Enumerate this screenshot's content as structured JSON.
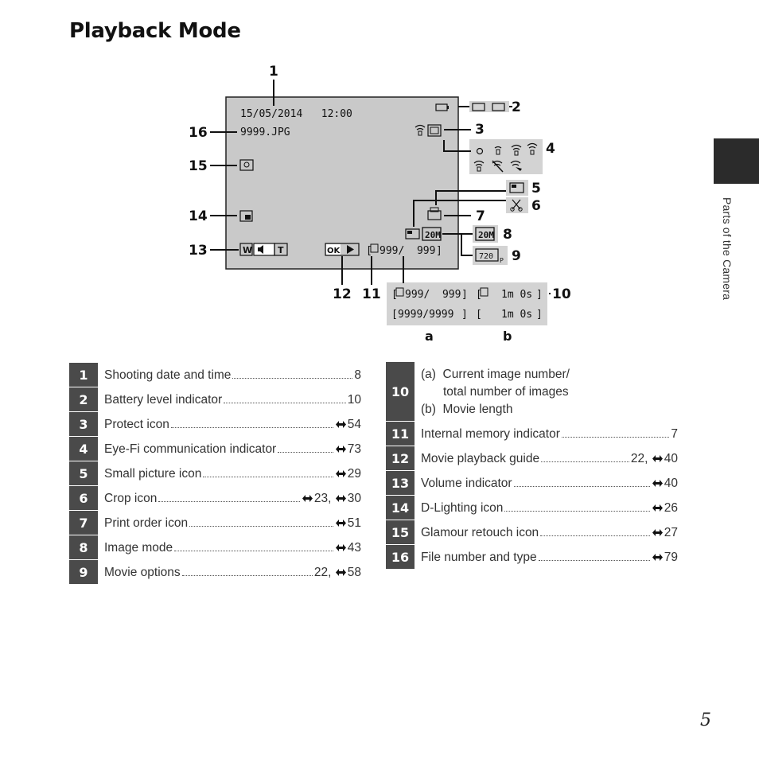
{
  "page": {
    "title": "Playback Mode",
    "side_label": "Parts of the Camera",
    "page_number": "5"
  },
  "screen": {
    "date_time": "15/05/2014   12:00",
    "file_name": "9999.JPG",
    "image_count": "999/  999",
    "movie_count_a1": "999/  999",
    "movie_count_a2": "9999/9999",
    "movie_len_1": "1m 0s",
    "movie_len_2": "1m 0s",
    "image_mode_label": "20M",
    "movie_option_label": "720",
    "ok_label": "OK"
  },
  "callouts": [
    "1",
    "2",
    "3",
    "4",
    "5",
    "6",
    "7",
    "8",
    "9",
    "10",
    "11",
    "12",
    "13",
    "14",
    "15",
    "16"
  ],
  "sublabels": {
    "a": "a",
    "b": "b"
  },
  "legend_left": [
    {
      "num": "1",
      "label": "Shooting date and time",
      "page": "8",
      "ref": false
    },
    {
      "num": "2",
      "label": "Battery level indicator",
      "page": "10",
      "ref": false
    },
    {
      "num": "3",
      "label": "Protect icon",
      "page": "54",
      "ref": true
    },
    {
      "num": "4",
      "label": "Eye-Fi communication indicator",
      "page": "73",
      "ref": true
    },
    {
      "num": "5",
      "label": "Small picture icon",
      "page": "29",
      "ref": true
    },
    {
      "num": "6",
      "label": "Crop icon",
      "page_pre": "23, ",
      "page": "30",
      "ref": true,
      "ref2": true
    },
    {
      "num": "7",
      "label": "Print order icon",
      "page": "51",
      "ref": true
    },
    {
      "num": "8",
      "label": "Image mode",
      "page": "43",
      "ref": true
    },
    {
      "num": "9",
      "label": "Movie options",
      "page_pre": "22, ",
      "page": "58",
      "ref": true
    }
  ],
  "legend_right_first": {
    "num": "10",
    "line1": "(a)  Current image number/",
    "line2": "total number of images",
    "line3": "(b)  Movie length"
  },
  "legend_right": [
    {
      "num": "11",
      "label": "Internal memory indicator",
      "page": "7",
      "ref": false
    },
    {
      "num": "12",
      "label": "Movie playback guide",
      "page_pre": "22, ",
      "page": "40",
      "ref": true
    },
    {
      "num": "13",
      "label": "Volume indicator",
      "page": "40",
      "ref": true
    },
    {
      "num": "14",
      "label": "D-Lighting icon",
      "page": "26",
      "ref": true
    },
    {
      "num": "15",
      "label": "Glamour retouch icon",
      "page": "27",
      "ref": true
    },
    {
      "num": "16",
      "label": "File number and type",
      "page": "79",
      "ref": true
    }
  ],
  "colors": {
    "screen_bg": "#c9c9c9",
    "box_bg": "#d3d3d3",
    "tab": "#2b2b2b",
    "num_cell": "#4a4a4a"
  }
}
